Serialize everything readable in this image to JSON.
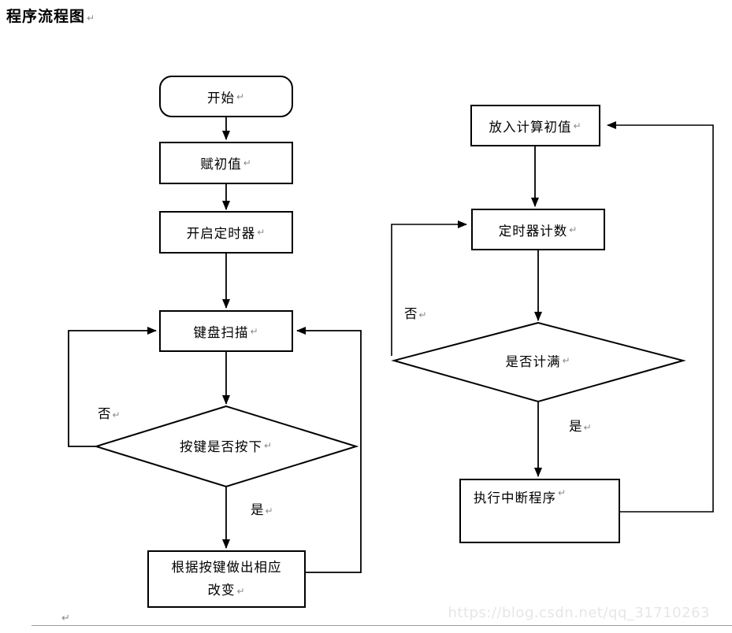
{
  "page": {
    "title": "程序流程图",
    "watermark": "https://blog.csdn.net/qq_31710263",
    "pilcrow": "↵"
  },
  "colors": {
    "line": "#000000",
    "box_border": "#000000",
    "pilcrow": "#8a8a8a",
    "watermark_text": "#e6e6e6",
    "bottom_rule": "#9a9a9a"
  },
  "left_chart": {
    "nodes": {
      "start": "开始",
      "assign_initial": "赋初值",
      "open_timer": "开启定时器",
      "keyboard_scan": "键盘扫描",
      "key_pressed_decision": "按键是否按下",
      "apply_change_lines": [
        "根据按键做出相应",
        "改变"
      ]
    },
    "labels": {
      "no": "否",
      "yes": "是"
    }
  },
  "right_chart": {
    "nodes": {
      "load_initial_value": "放入计算初值",
      "timer_counting": "定时器计数",
      "count_full_decision": "是否计满",
      "run_interrupt_routine": "执行中断程序"
    },
    "labels": {
      "no": "否",
      "yes": "是"
    }
  }
}
